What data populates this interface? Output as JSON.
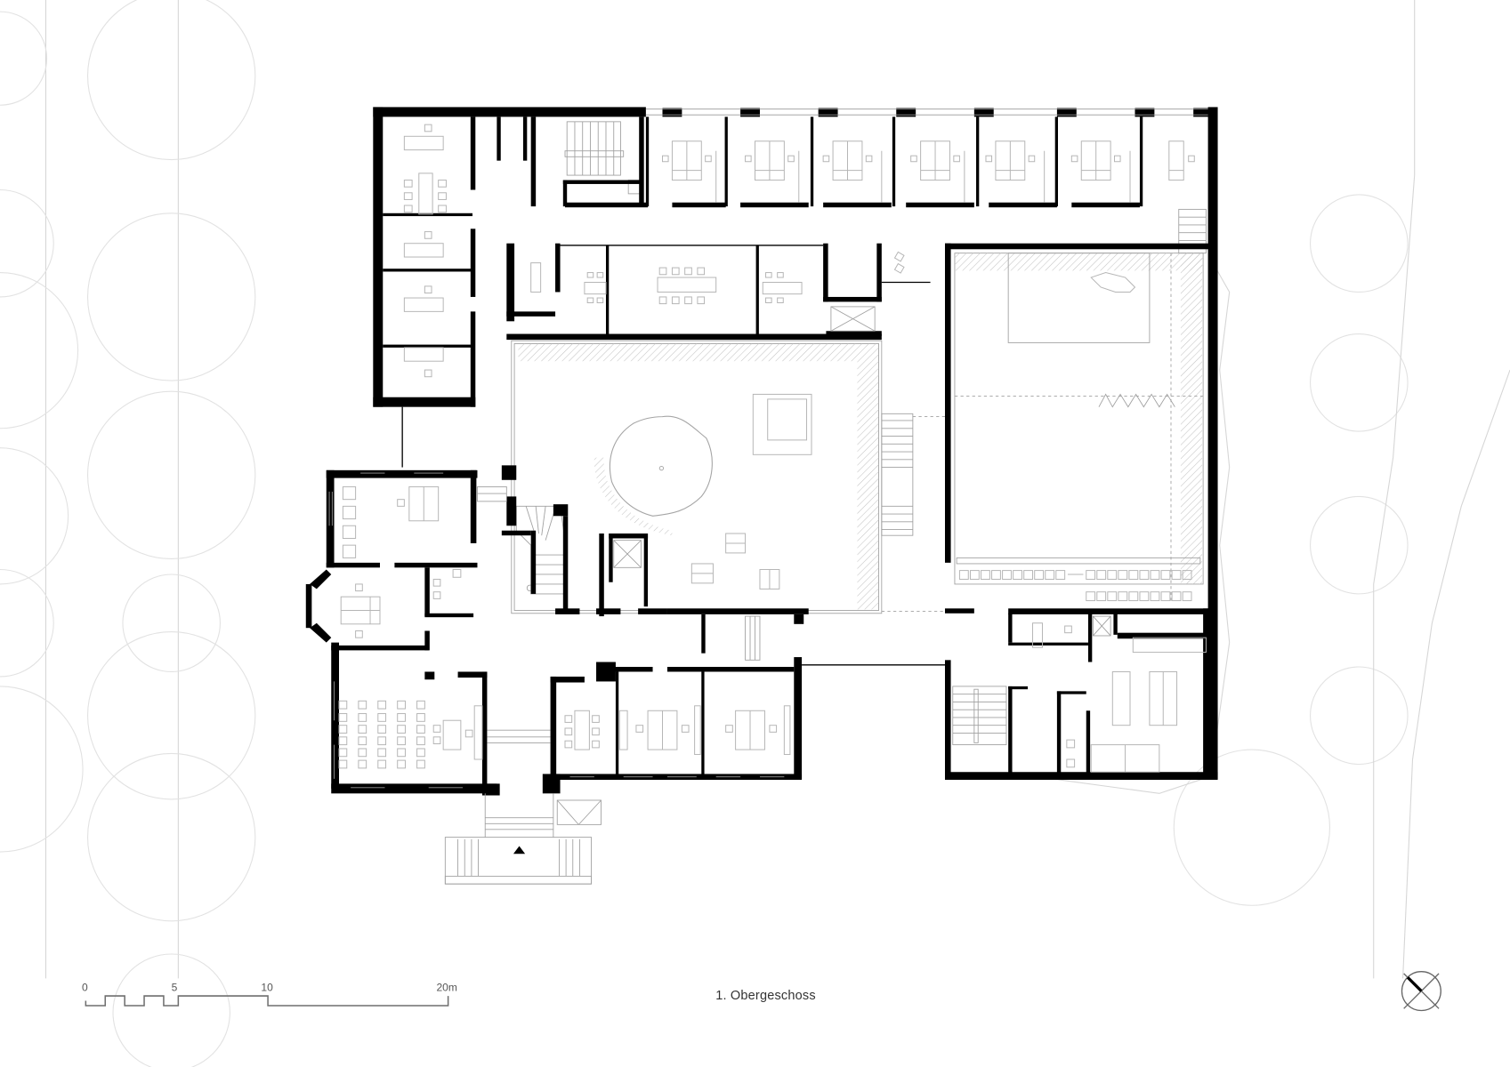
{
  "drawing": {
    "title": "1. Obergeschoss",
    "type": "architectural floor plan",
    "wall_color": "#000000",
    "furniture_color": "#b5b5b5",
    "landscape_color": "#e2e2e2"
  },
  "scale_bar": {
    "ticks": [
      {
        "label": "0"
      },
      {
        "label": "5"
      },
      {
        "label": "10"
      },
      {
        "label": "20m"
      }
    ],
    "unit": "m"
  },
  "north_arrow": {
    "icon": "north-arrow-icon"
  },
  "plan": {
    "wings": [
      {
        "name": "north-wing",
        "rooms": 7,
        "room_type": "bedroom"
      },
      {
        "name": "west-wing-offices",
        "rooms": 4
      },
      {
        "name": "courtyard",
        "feature": "tree"
      },
      {
        "name": "hall",
        "feature": "stage-and-seating"
      },
      {
        "name": "south-villa",
        "rooms": 7
      },
      {
        "name": "southeast-service-block"
      }
    ]
  }
}
